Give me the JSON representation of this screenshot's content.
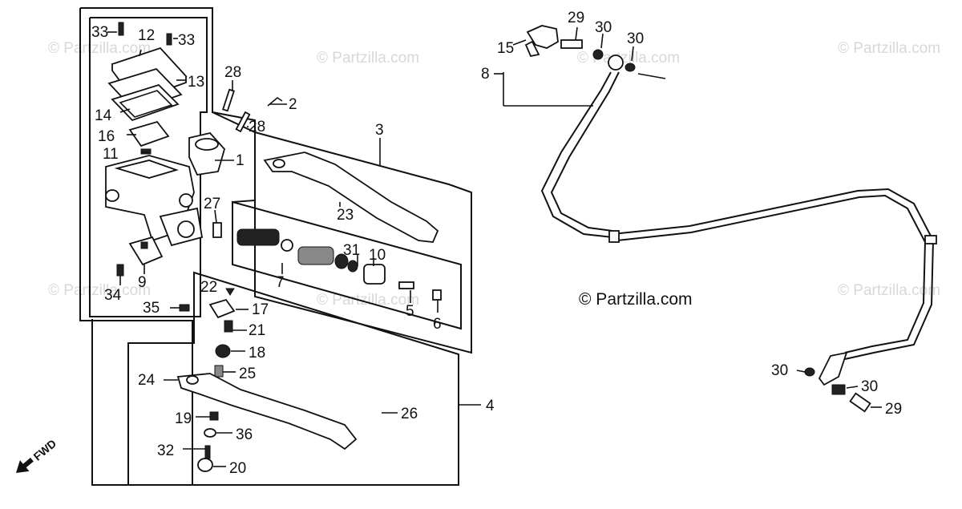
{
  "diagram": {
    "watermark_text": "© Partzilla.com",
    "credit_text": "© Partzilla.com",
    "fwd_label": "FWD",
    "callouts": {
      "c1": "1",
      "c2": "2",
      "c3": "3",
      "c4": "4",
      "c5": "5",
      "c6": "6",
      "c7": "7",
      "c8": "8",
      "c9": "9",
      "c10": "10",
      "c11": "11",
      "c12": "12",
      "c13": "13",
      "c14": "14",
      "c15": "15",
      "c16": "16",
      "c17": "17",
      "c18": "18",
      "c19": "19",
      "c20": "20",
      "c21": "21",
      "c22": "22",
      "c23": "23",
      "c24": "24",
      "c25": "25",
      "c26": "26",
      "c27": "27",
      "c28a": "28",
      "c28b": "28",
      "c29a": "29",
      "c29b": "29",
      "c30a": "30",
      "c30b": "30",
      "c30c": "30",
      "c30d": "30",
      "c31": "31",
      "c32": "32",
      "c33a": "33",
      "c33b": "33",
      "c34": "34",
      "c35": "35",
      "c36": "36"
    }
  }
}
